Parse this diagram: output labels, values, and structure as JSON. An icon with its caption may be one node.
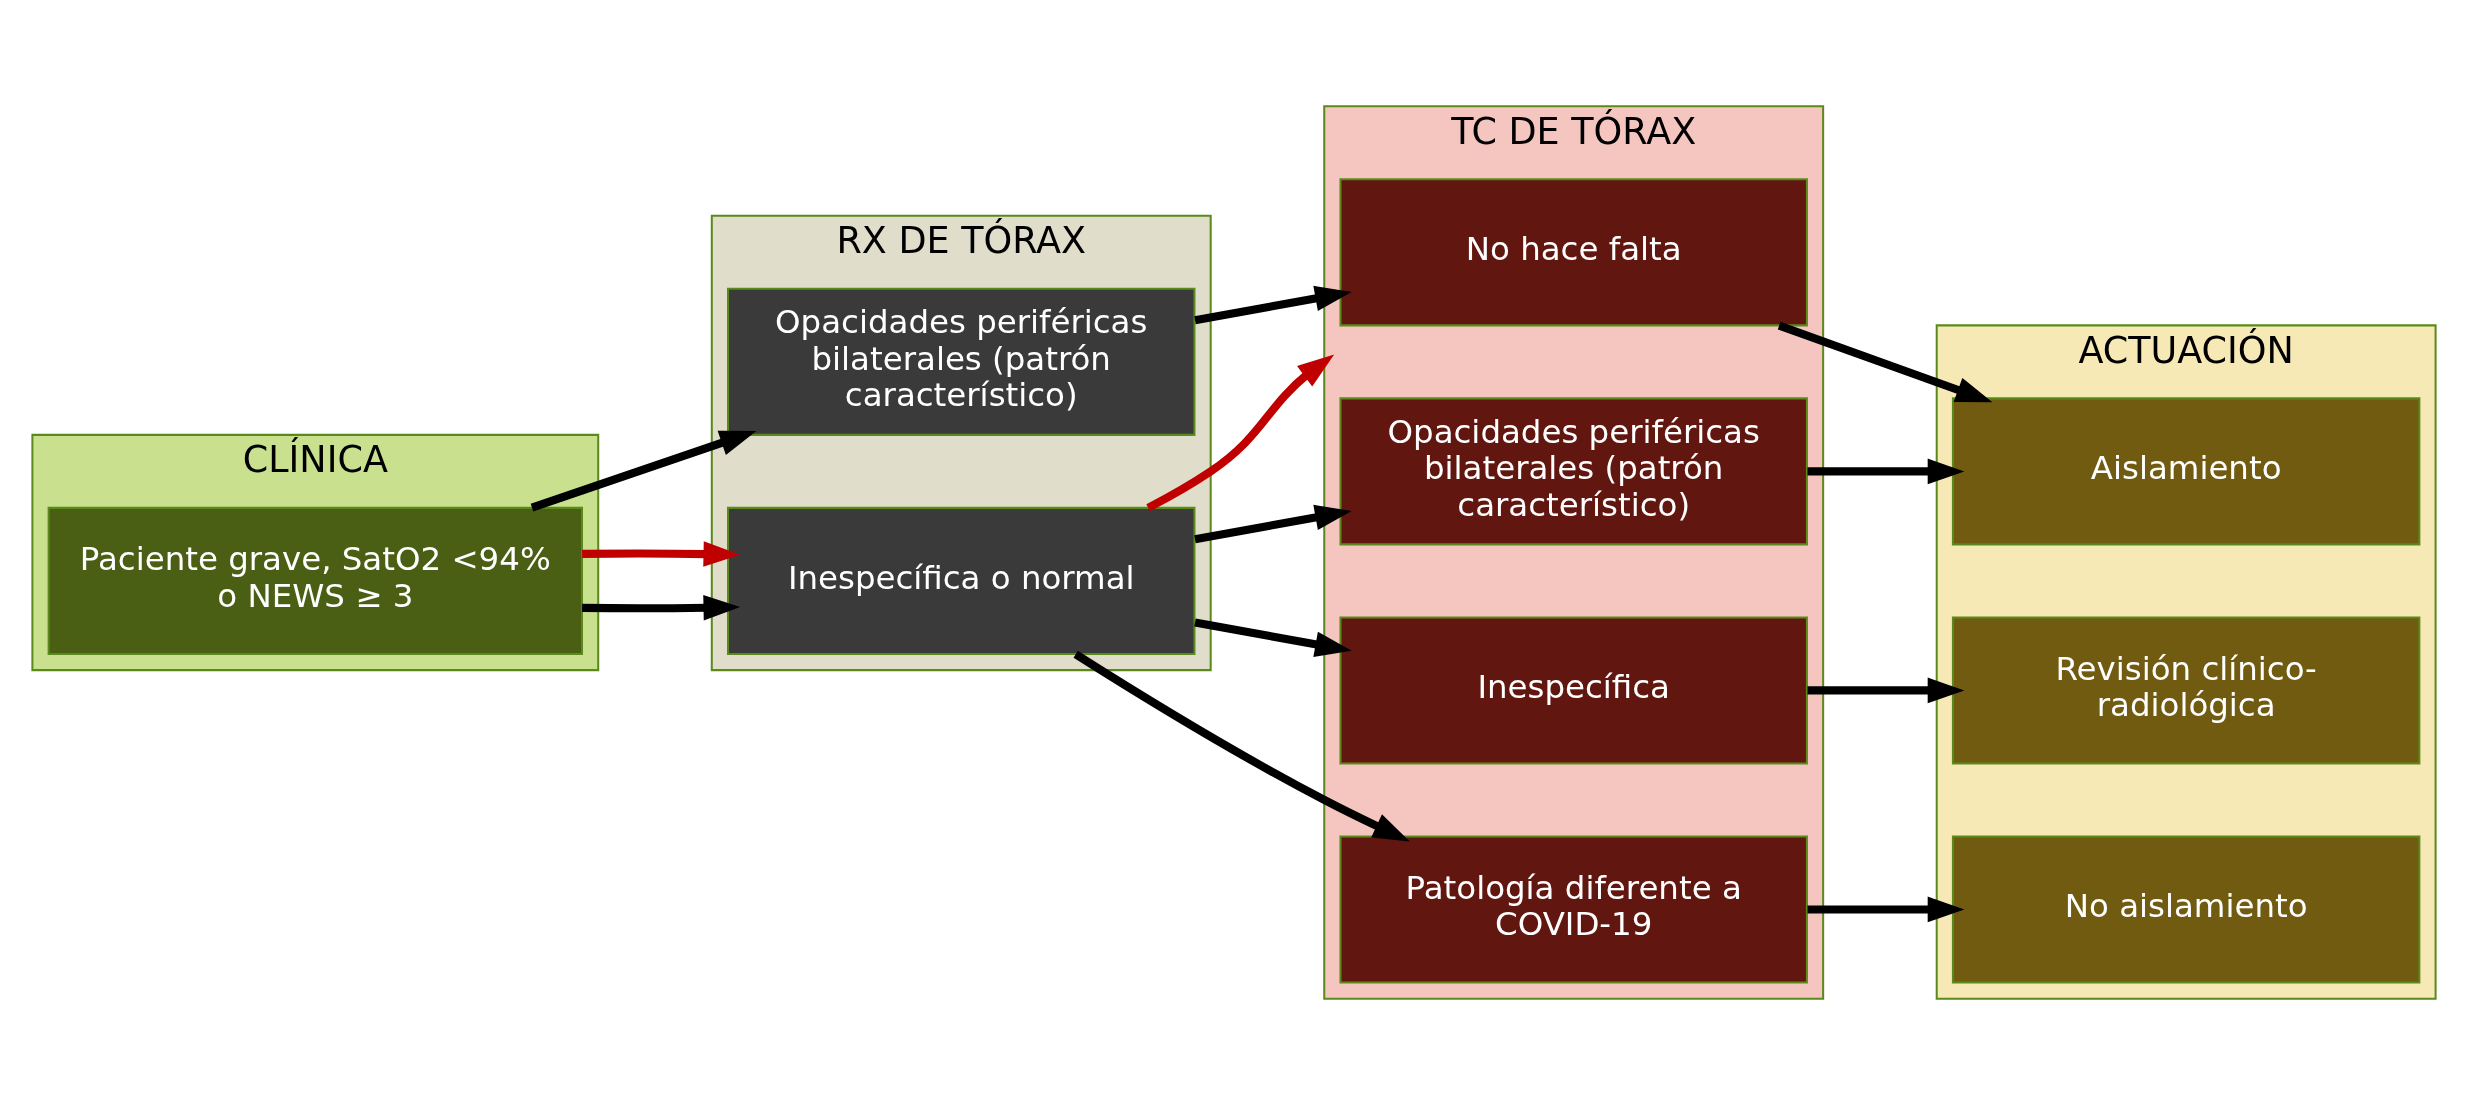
{
  "diagram": {
    "nodes": [
      {
        "text": [
          "CLÍNICA"
        ]
      },
      {
        "text": [
          "Paciente grave, SatO2 <94% o NEWS ≥ 3"
        ],
        "in": 0
      },
      {
        "text": [
          "RX DE TÓRAX"
        ]
      },
      {
        "text": [
          "Opacidades periféricas bilaterales (patrón característico)"
        ],
        "in": 2
      },
      {
        "text": [
          "Inespecífica o normal"
        ],
        "in": 2
      },
      {
        "text": [
          "TC DE TÓRAX"
        ]
      },
      {
        "text": [
          "No hace falta"
        ],
        "in": 5
      },
      {
        "text": [
          "Opacidades periféricas bilaterales (patrón característico)"
        ],
        "in": 5
      },
      {
        "text": [
          "Inespecífica"
        ],
        "in": 5
      },
      {
        "text": [
          "Patología diferente a COVID-19"
        ],
        "in": 5
      },
      {
        "text": [
          "ACTUACIÓN"
        ]
      },
      {
        "text": [
          "Aislamiento"
        ],
        "in": 10
      },
      {
        "text": [
          "Revisión clínico-radiológica"
        ],
        "in": 10
      },
      {
        "text": [
          "No aislamiento"
        ],
        "in": 10
      }
    ],
    "edges": [
      {
        "from": 1,
        "to": 3,
        "arrow": "to"
      },
      {
        "from": 1,
        "to": 4,
        "arrow": "to"
      },
      {
        "from": 1,
        "to": 4,
        "arrow": "to",
        "color": "#c00000"
      },
      {
        "from": 3,
        "to": 6,
        "arrow": "to"
      },
      {
        "from": 4,
        "to": 7,
        "arrow": "to"
      },
      {
        "from": 4,
        "to": 8,
        "arrow": "to"
      },
      {
        "from": 4,
        "to": 9,
        "arrow": "to"
      },
      {
        "from": 4,
        "to": 5,
        "arrow": "to",
        "color": "#c00000"
      },
      {
        "from": 6,
        "to": 11,
        "arrow": "to"
      },
      {
        "from": 7,
        "to": 11,
        "arrow": "to"
      },
      {
        "from": 8,
        "to": 12,
        "arrow": "to"
      },
      {
        "from": 9,
        "to": 13,
        "arrow": "to"
      }
    ]
  }
}
